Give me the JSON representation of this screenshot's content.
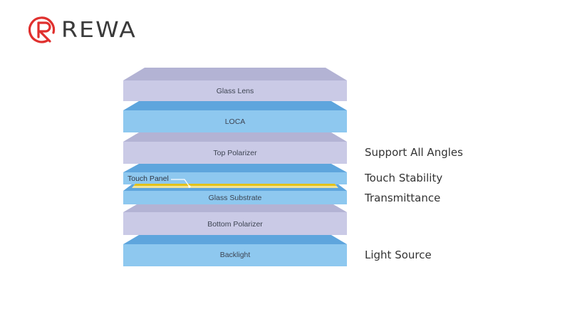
{
  "brand": {
    "name": "REWA",
    "color": "#e0302e"
  },
  "layers": [
    {
      "id": "glass-lens",
      "label": "Glass Lens",
      "type": "polarizer-style"
    },
    {
      "id": "loca",
      "label": "LOCA",
      "type": "blue"
    },
    {
      "id": "top-polarizer",
      "label": "Top Polarizer",
      "type": "polarizer-style"
    },
    {
      "id": "touch-panel",
      "label": "Touch Panel",
      "type": "blue"
    },
    {
      "id": "touch-layer",
      "label": "",
      "type": "yellow"
    },
    {
      "id": "glass-substrate",
      "label": "Glass Substrate",
      "type": "blue"
    },
    {
      "id": "bottom-polarizer",
      "label": "Bottom Polarizer",
      "type": "polarizer-style"
    },
    {
      "id": "backlight",
      "label": "Backlight",
      "type": "blue"
    }
  ],
  "features": [
    {
      "label": "Support All Angles"
    },
    {
      "label": "Touch Stability"
    },
    {
      "label": "Transmittance"
    },
    {
      "label": "Light Source"
    }
  ],
  "colors": {
    "lavender_top": "#b3b3d4",
    "lavender_front": "#cacae6",
    "blue_top": "#5ea5dd",
    "blue_front": "#8ec8ef",
    "yellow": "#e2c21a",
    "yellow_light": "#f0e39a"
  }
}
